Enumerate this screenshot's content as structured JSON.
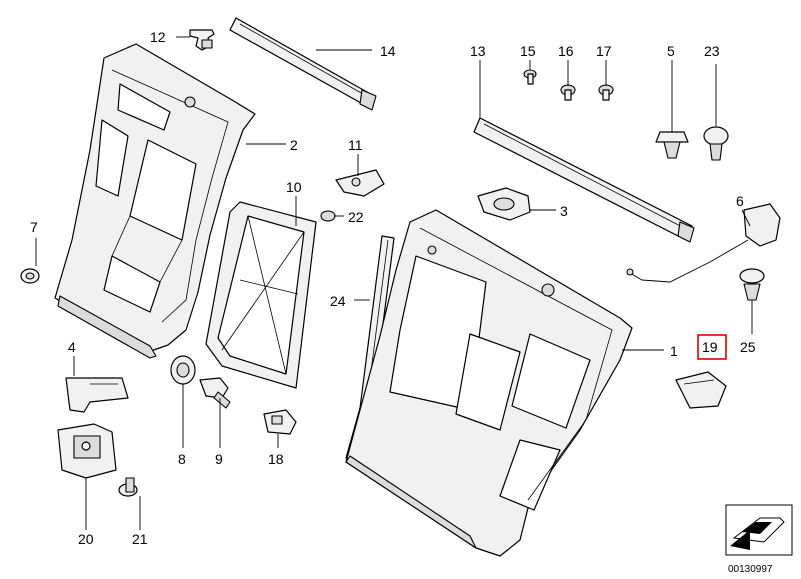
{
  "diagram": {
    "callouts": [
      "12",
      "14",
      "2",
      "7",
      "4",
      "20",
      "21",
      "8",
      "9",
      "10",
      "11",
      "22",
      "18",
      "24",
      "13",
      "15",
      "16",
      "17",
      "5",
      "23",
      "3",
      "6",
      "1",
      "19",
      "25"
    ],
    "selected_callout": "19",
    "footer_code": "00130997",
    "colors": {
      "line": "#000000",
      "fill": "#f1f1f1",
      "highlight": "#e00000"
    }
  }
}
